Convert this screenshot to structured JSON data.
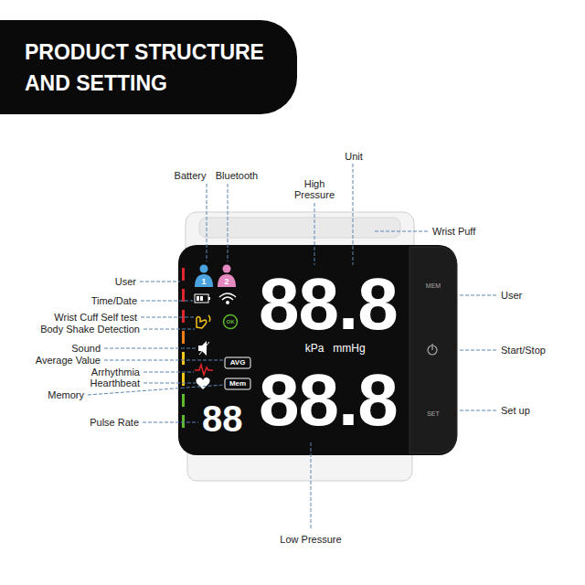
{
  "diagram": {
    "title": "PRODUCT STRUCTURE AND SETTING",
    "labels": [
      "Battery",
      "Bluetooth",
      "Unit",
      "High Pressure",
      "Wrist Puff",
      "User",
      "Time/Date",
      "Wrist Cuff Self test",
      "Body Shake Detection",
      "Sound",
      "Average Value",
      "Arrhythmia",
      "Hearthbeat",
      "Memory",
      "Pulse Rate",
      "User",
      "Start/Stop",
      "Set up",
      "Low Pressure",
      "1",
      "2",
      "OK",
      "88.8",
      "kPa",
      "mmHg",
      "AVG",
      "Mem",
      "88",
      "88.8",
      "MEM",
      "SET"
    ]
  }
}
